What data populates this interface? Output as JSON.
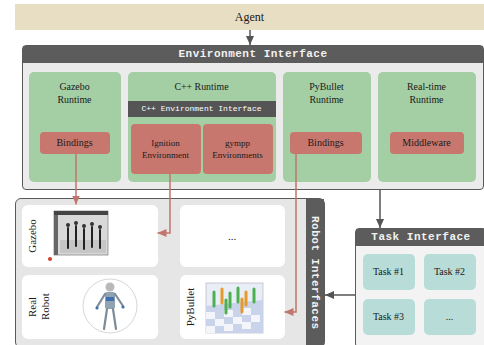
{
  "diagram": {
    "nodes": [
      {
        "text": [
          "Agent"
        ]
      },
      {
        "text": [
          "Environment Interface"
        ]
      },
      {
        "text": [
          "Gazebo Runtime"
        ],
        "in": 1
      },
      {
        "text": [
          "Bindings"
        ],
        "in": 2
      },
      {
        "text": [
          "C++ Runtime"
        ],
        "in": 1
      },
      {
        "text": [
          "C++ Environment Interface"
        ],
        "in": 4
      },
      {
        "text": [
          "Ignition Environment"
        ],
        "in": 4
      },
      {
        "text": [
          "gympp Environments"
        ],
        "in": 4
      },
      {
        "text": [
          "PyBullet Runtime"
        ],
        "in": 1
      },
      {
        "text": [
          "Bindings"
        ],
        "in": 8
      },
      {
        "text": [
          "Real-time Runtime"
        ],
        "in": 1
      },
      {
        "text": [
          "Middleware"
        ],
        "in": 10
      },
      {
        "text": [
          "Robot Interfaces"
        ]
      },
      {
        "text": [
          "Gazebo"
        ],
        "in": 12
      },
      {
        "text": [
          "..."
        ],
        "in": 12
      },
      {
        "text": [
          "Real Robot"
        ],
        "in": 12
      },
      {
        "text": [
          "PyBullet"
        ],
        "in": 12
      },
      {
        "text": [
          "Task Interface"
        ]
      },
      {
        "text": [
          "Task #1"
        ],
        "in": 17
      },
      {
        "text": [
          "Task #2"
        ],
        "in": 17
      },
      {
        "text": [
          "Task #3"
        ],
        "in": 17
      },
      {
        "text": [
          "..."
        ],
        "in": 17
      }
    ],
    "edges": [
      {
        "from": 0,
        "to": 1,
        "arrow": "to"
      },
      {
        "from": 3,
        "to": 13,
        "arrow": "to"
      },
      {
        "from": 6,
        "to": 13,
        "arrow": "to"
      },
      {
        "from": 9,
        "to": 16,
        "arrow": "to"
      },
      {
        "from": 1,
        "to": 17,
        "arrow": "to"
      },
      {
        "from": 17,
        "to": 12,
        "arrow": "to"
      }
    ]
  }
}
